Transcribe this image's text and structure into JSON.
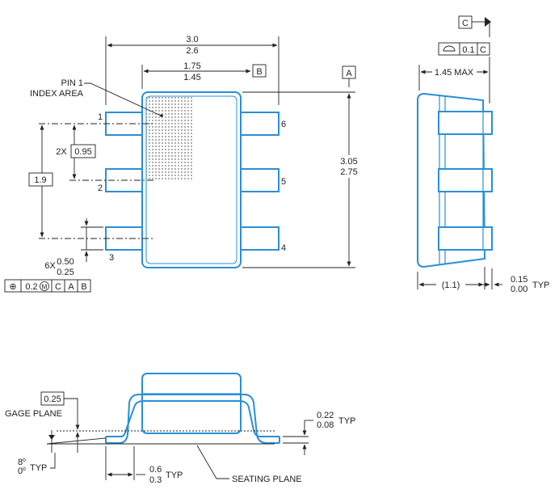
{
  "top_view": {
    "overall_width_max": "3.0",
    "overall_width_min": "2.6",
    "body_width_max": "1.75",
    "body_width_min": "1.45",
    "datum_b": "B",
    "datum_a": "A",
    "body_length_max": "3.05",
    "body_length_min": "2.75",
    "pin1_label_line1": "PIN 1",
    "pin1_label_line2": "INDEX AREA",
    "pin_numbers": [
      "1",
      "2",
      "3",
      "4",
      "5",
      "6"
    ],
    "pitch_prefix": "2X",
    "pitch_value": "0.95",
    "span_value": "1.9",
    "lead_width_prefix": "6X",
    "lead_width_max": "0.50",
    "lead_width_min": "0.25",
    "position_tolerance": {
      "symbol": "⊕",
      "value": "0.2",
      "modifier": "M",
      "datums": [
        "C",
        "A",
        "B"
      ]
    }
  },
  "side_view": {
    "datum_c": "C",
    "flatness_value": "0.1",
    "flatness_datum": "C",
    "height_max": "1.45 MAX",
    "foot_length": "(1.1)",
    "standoff_max": "0.15",
    "standoff_min": "0.00",
    "standoff_suffix": "TYP"
  },
  "detail_view": {
    "gage_value": "0.25",
    "gage_label": "GAGE PLANE",
    "angle_max": "8",
    "angle_min": "0",
    "angle_suffix": "TYP",
    "foot_len_max": "0.6",
    "foot_len_min": "0.3",
    "foot_len_suffix": "TYP",
    "lead_thk_max": "0.22",
    "lead_thk_min": "0.08",
    "lead_thk_suffix": "TYP",
    "seating_label": "SEATING PLANE"
  }
}
